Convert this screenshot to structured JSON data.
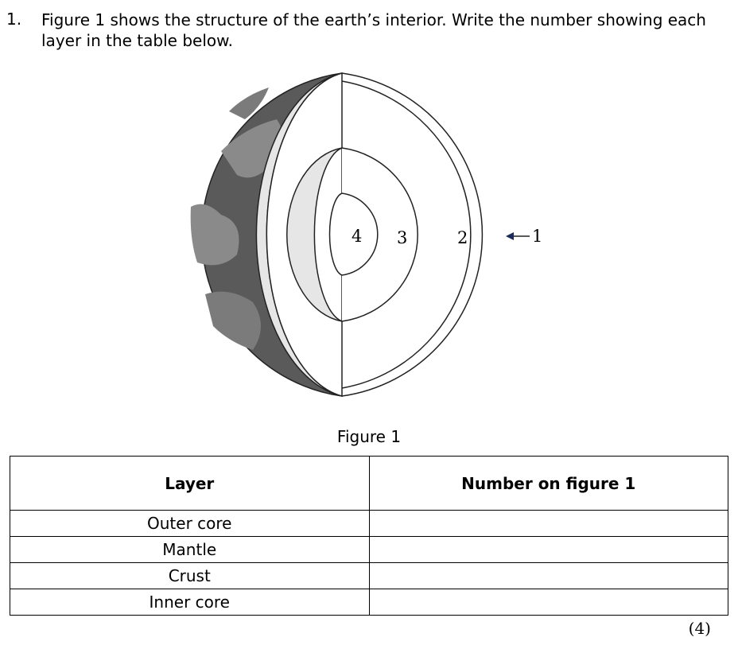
{
  "question": {
    "number": "1.",
    "text": "Figure 1 shows the structure of the earth’s interior. Write the number showing each layer in the table below."
  },
  "figure": {
    "labels": [
      "4",
      "3",
      "2",
      "1"
    ],
    "caption": "Figure 1"
  },
  "table": {
    "headers": [
      "Layer",
      "Number on figure 1"
    ],
    "rows": [
      {
        "layer": "Outer core",
        "number": ""
      },
      {
        "layer": "Mantle",
        "number": ""
      },
      {
        "layer": "Crust",
        "number": ""
      },
      {
        "layer": "Inner core",
        "number": ""
      }
    ]
  },
  "marks": "(4)"
}
